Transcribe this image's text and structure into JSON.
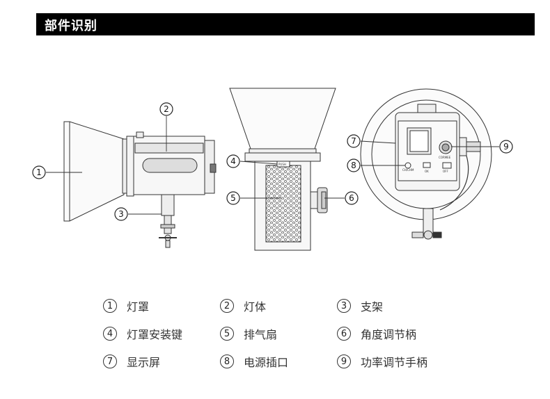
{
  "header": {
    "title": "部件识别"
  },
  "callouts": [
    "1",
    "2",
    "3",
    "4",
    "5",
    "6",
    "7",
    "8",
    "9"
  ],
  "product_labels": {
    "mount_tag": "PUSH",
    "brand": "CORMEE",
    "mode_label": "CH/CHM",
    "btn_label": "OK",
    "power_label": "OFF"
  },
  "legend": [
    [
      {
        "num": "1",
        "label": "灯罩"
      },
      {
        "num": "2",
        "label": "灯体"
      },
      {
        "num": "3",
        "label": "支架"
      }
    ],
    [
      {
        "num": "4",
        "label": "灯罩安装键"
      },
      {
        "num": "5",
        "label": "排气扇"
      },
      {
        "num": "6",
        "label": "角度调节柄"
      }
    ],
    [
      {
        "num": "7",
        "label": "显示屏"
      },
      {
        "num": "8",
        "label": "电源插口"
      },
      {
        "num": "9",
        "label": "功率调节手柄"
      }
    ]
  ]
}
